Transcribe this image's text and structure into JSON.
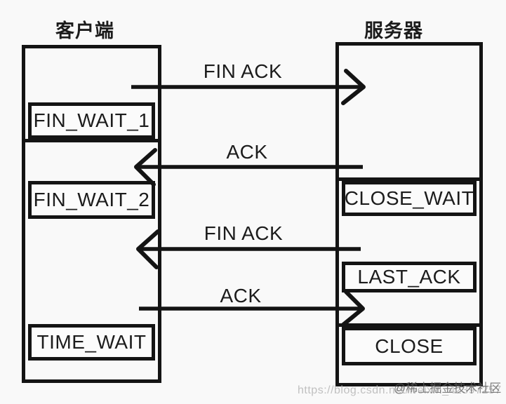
{
  "diagram": {
    "client": {
      "title": "客户端",
      "states": [
        "FIN_WAIT_1",
        "FIN_WAIT_2",
        "TIME_WAIT"
      ]
    },
    "server": {
      "title": "服务器",
      "states": [
        "CLOSE_WAIT",
        "LAST_ACK",
        "CLOSE"
      ]
    },
    "messages": [
      {
        "label": "FIN ACK",
        "from": "client",
        "to": "server"
      },
      {
        "label": "ACK",
        "from": "server",
        "to": "client"
      },
      {
        "label": "FIN ACK",
        "from": "server",
        "to": "client"
      },
      {
        "label": "ACK",
        "from": "client",
        "to": "server"
      }
    ],
    "watermarks": {
      "community": "@稀土掘金技术社区",
      "url": "https://blog.csdn.net/weixin_42397257"
    },
    "colors": {
      "ink": "#141414",
      "background": "#f9f9f9"
    }
  }
}
